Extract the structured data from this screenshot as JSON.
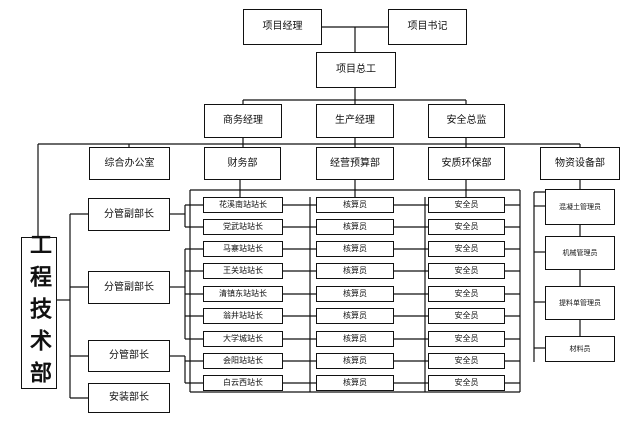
{
  "top": {
    "project_manager": "项目经理",
    "project_secretary": "项目书记",
    "chief_engineer": "项目总工"
  },
  "level2": {
    "business_manager": "商务经理",
    "production_manager": "生产经理",
    "safety_director": "安全总监"
  },
  "departments": {
    "general_office": "综合办公室",
    "finance": "财务部",
    "budget": "经营预算部",
    "quality_safety_env": "安质环保部",
    "materials_equipment": "物资设备部",
    "engineering_dept": "工程技术部"
  },
  "deputies": [
    "分管副部长",
    "分管副部长",
    "分管部长",
    "安装部长"
  ],
  "stations": [
    "花溪南站站长",
    "党武站站长",
    "马寨站站长",
    "王关站站长",
    "清镇东站站长",
    "翁井站站长",
    "大学城站长",
    "会阳站站长",
    "白云西站长"
  ],
  "accountant": "核算员",
  "safety_officer": "安全员",
  "material_staff": [
    "混凝土管理员",
    "机械管理员",
    "提料单管理员",
    "材料员"
  ]
}
